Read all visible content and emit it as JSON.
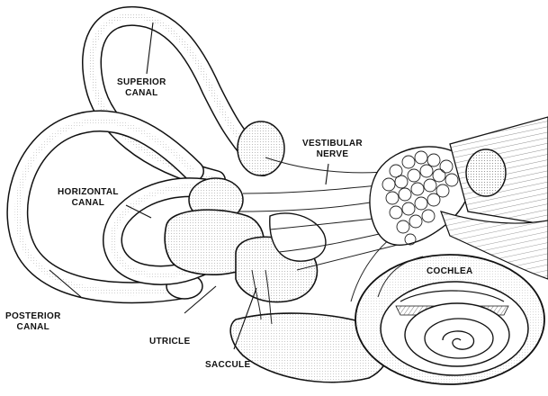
{
  "labels": {
    "superior": [
      "SUPERIOR",
      "CANAL"
    ],
    "horizontal": [
      "HORIZONTAL",
      "CANAL"
    ],
    "posterior": [
      "POSTERIOR",
      "CANAL"
    ],
    "vestibular": [
      "VESTIBULAR",
      "NERVE"
    ],
    "cochlea": "COCHLEA",
    "utricle": "UTRICLE",
    "saccule": "SACCULE"
  },
  "colors": {
    "ink": "#111111",
    "paper": "#ffffff",
    "shade": "#d9d9d9"
  }
}
